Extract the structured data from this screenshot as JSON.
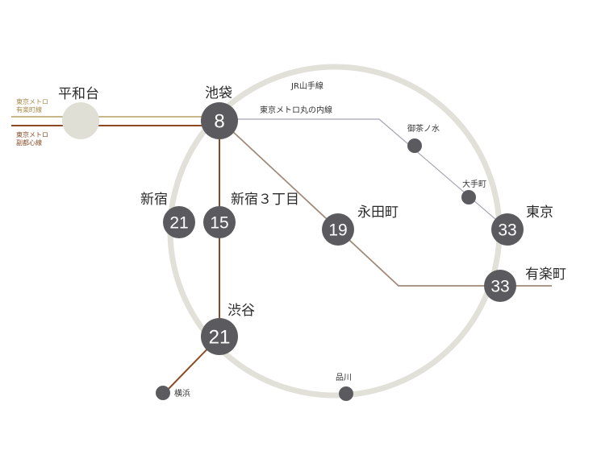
{
  "colors": {
    "yamanote_ring": "#e1e1d9",
    "yurakucho_line": "#c8b78a",
    "fukutoshin_line": "#8b4a22",
    "marunouchi_line": "#a5a5b4",
    "hibiya_like_line": "#a08a78",
    "station": "#5b5a5f",
    "origin_station": "#dfdfd6",
    "legend_gold": "#a8894a",
    "legend_brown": "#8a4e2a"
  },
  "lines": {
    "yamanote": "JR山手線",
    "marunouchi": "東京メトロ丸の内線"
  },
  "legend": {
    "yurakucho_1": "東京メトロ",
    "yurakucho_2": "有楽町線",
    "fukutoshin_1": "東京メトロ",
    "fukutoshin_2": "副都心線"
  },
  "stations": {
    "heiwadai": {
      "name": "平和台"
    },
    "ikebukuro": {
      "name": "池袋",
      "minutes": "8"
    },
    "shinjuku": {
      "name": "新宿",
      "minutes": "21"
    },
    "shinjuku3": {
      "name": "新宿３丁目",
      "minutes": "15"
    },
    "nagatacho": {
      "name": "永田町",
      "minutes": "19"
    },
    "tokyo": {
      "name": "東京",
      "minutes": "33"
    },
    "yurakucho": {
      "name": "有楽町",
      "minutes": "33"
    },
    "shibuya": {
      "name": "渋谷",
      "minutes": "21"
    },
    "ochanomizu": {
      "name": "御茶ノ水"
    },
    "otemachi": {
      "name": "大手町"
    },
    "shinagawa": {
      "name": "品川"
    },
    "yokohama": {
      "name": "横浜"
    }
  }
}
